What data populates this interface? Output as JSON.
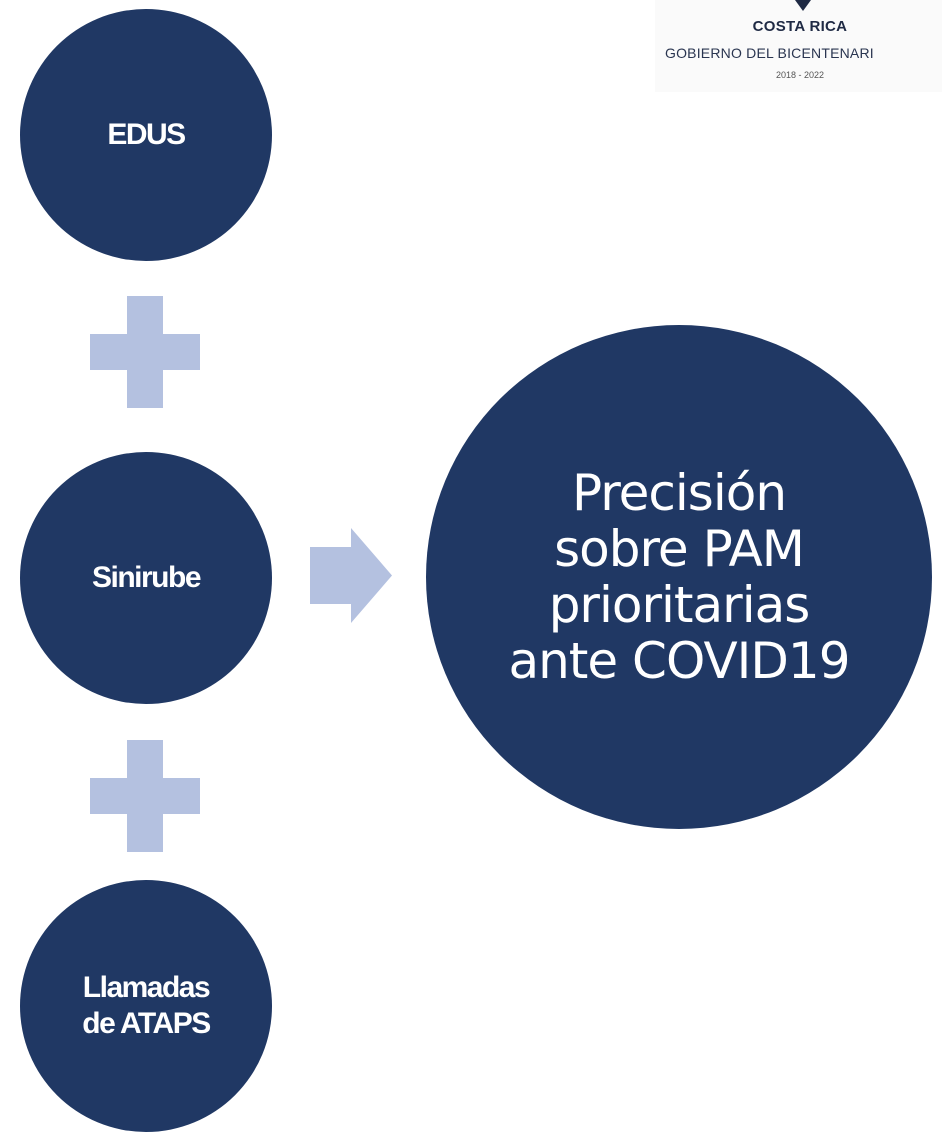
{
  "colors": {
    "circle_fill": "#203864",
    "connector_fill": "#b4c1e0",
    "text_on_circle": "#ffffff"
  },
  "logo": {
    "country": "COSTA RICA",
    "government": "GOBIERNO DEL BICENTENARI",
    "years": "2018 - 2022"
  },
  "sources": [
    {
      "line1": "EDUS",
      "line2": ""
    },
    {
      "line1": "Sinirube",
      "line2": ""
    },
    {
      "line1": "Llamadas",
      "line2": "de ATAPS"
    }
  ],
  "result": {
    "line1": "Precisión",
    "line2": "sobre PAM",
    "line3": "prioritarias",
    "line4": "ante COVID19"
  },
  "connectors": {
    "plus_icon": "plus-icon",
    "arrow_icon": "arrow-right-icon"
  }
}
